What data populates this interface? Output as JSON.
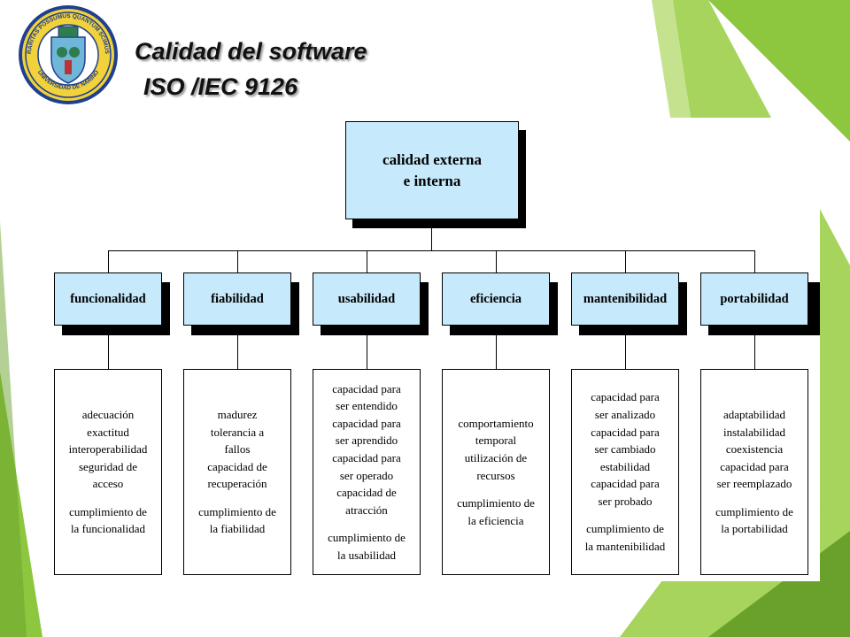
{
  "slide": {
    "title_line1": "Calidad del software",
    "title_line2": "ISO /IEC 9126",
    "logo_text": "RARITAS POSSUMUS QUANTUM SCIMUS · UNIVERSIDAD DE NARIÑO"
  },
  "diagram": {
    "root": [
      "calidad externa",
      "e interna"
    ],
    "characteristics": [
      {
        "label": "funcionalidad",
        "details": [
          "adecuación",
          "exactitud",
          "interoperabilidad",
          "seguridad de",
          "acceso"
        ],
        "compliance": [
          "cumplimiento de",
          "la funcionalidad"
        ]
      },
      {
        "label": "fiabilidad",
        "details": [
          "madurez",
          "tolerancia a",
          "fallos",
          "capacidad de",
          "recuperación"
        ],
        "compliance": [
          "cumplimiento de",
          "la fiabilidad"
        ]
      },
      {
        "label": "usabilidad",
        "details": [
          "capacidad para",
          "ser entendido",
          "capacidad para",
          "ser aprendido",
          "capacidad para",
          "ser operado",
          "capacidad de",
          "atracción"
        ],
        "compliance": [
          "cumplimiento de",
          "la usabilidad"
        ]
      },
      {
        "label": "eficiencia",
        "details": [
          "comportamiento",
          "temporal",
          "utilización de",
          "recursos"
        ],
        "compliance": [
          "cumplimiento de",
          "la eficiencia"
        ]
      },
      {
        "label": "mantenibilidad",
        "details": [
          "capacidad para",
          "ser analizado",
          "capacidad para",
          "ser cambiado",
          "estabilidad",
          "capacidad para",
          "ser probado"
        ],
        "compliance": [
          "cumplimiento de",
          "la mantenibilidad"
        ]
      },
      {
        "label": "portabilidad",
        "details": [
          "adaptabilidad",
          "instalabilidad",
          "coexistencia",
          "capacidad para",
          "ser reemplazado"
        ],
        "compliance": [
          "cumplimiento de",
          "la portabilidad"
        ]
      }
    ]
  },
  "colors": {
    "box_fill": "#c6e9fb",
    "accent_green": "#8dc63f",
    "dark_green": "#6aa12a"
  }
}
